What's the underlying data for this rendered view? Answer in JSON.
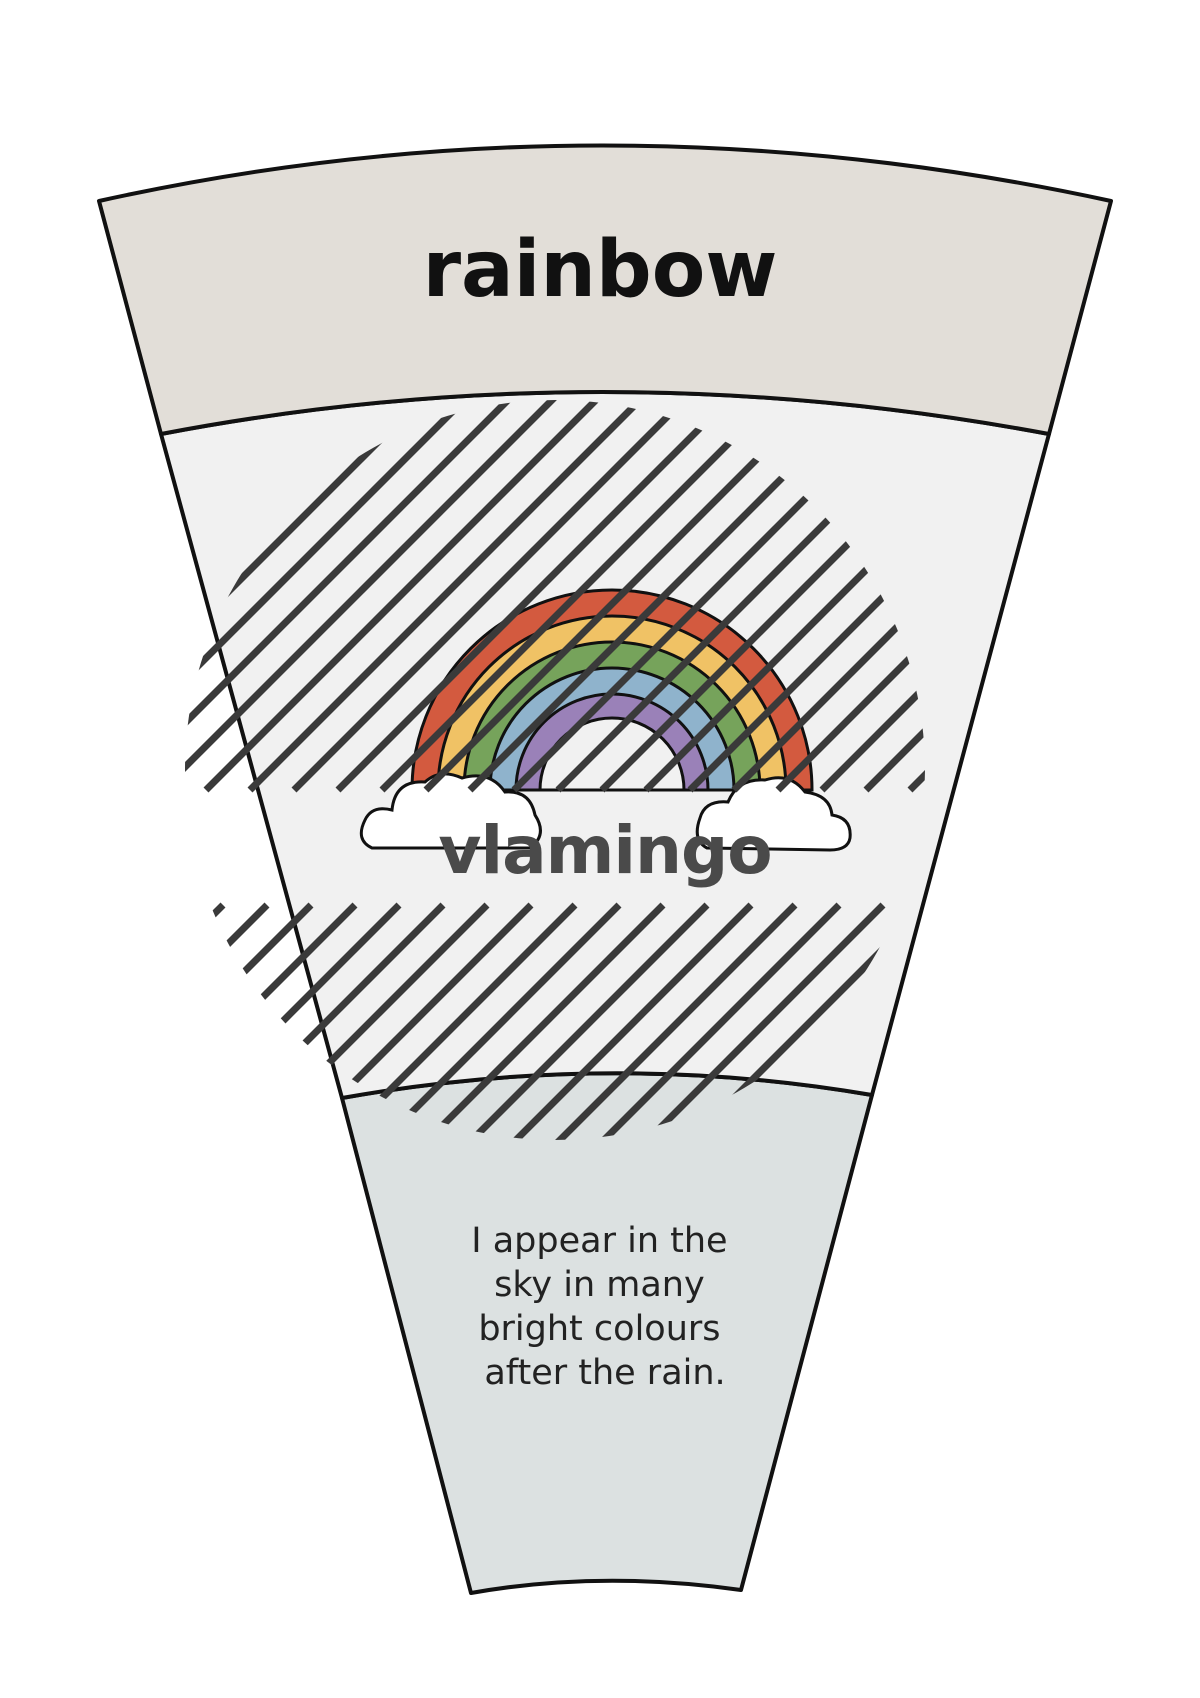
{
  "card": {
    "title": "rainbow",
    "watermark_logo_text": "vlamingo",
    "riddle_lines": [
      "I appear in the",
      "sky in many",
      "bright colours",
      "after the rain."
    ],
    "illustration": "rainbow-with-clouds",
    "colors": {
      "header_band": "#e2ded8",
      "middle_band": "#f1f1f1",
      "bottom_band": "#dce1e1",
      "outline": "#111111",
      "rainbow": [
        "#d35a3f",
        "#f0c265",
        "#76a35b",
        "#8fb3cc",
        "#9a81b8"
      ]
    }
  }
}
